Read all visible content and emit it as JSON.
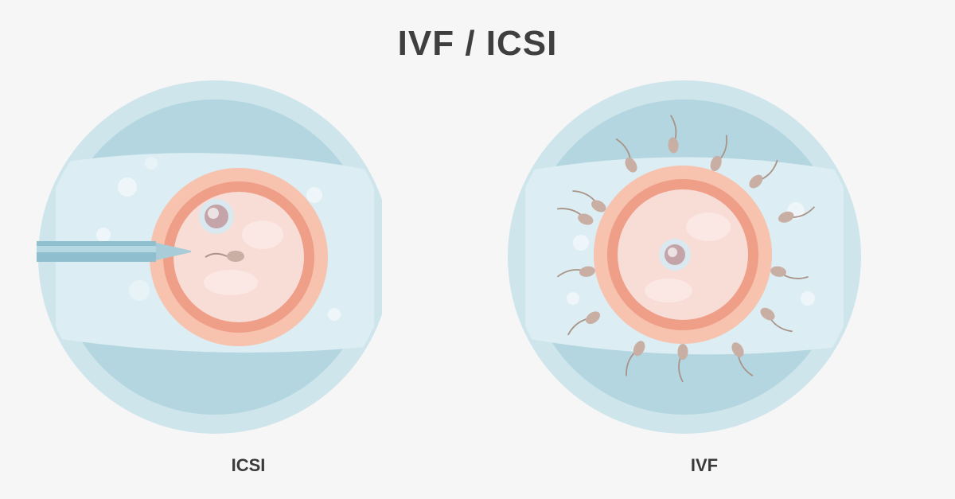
{
  "title": "IVF / ICSI",
  "panels": {
    "icsi": {
      "caption": "ICSI"
    },
    "ivf": {
      "caption": "IVF"
    }
  },
  "colors": {
    "dish_outer": "#c9e2ea",
    "dish_rim": "#a8cdd9",
    "medium": "#dcedf3",
    "zona": "#f5b9a2",
    "egg_membrane": "#ef9a86",
    "cytoplasm": "#f8dcd6",
    "nucleus": "#c7a1a4",
    "sperm": "#c8aea3",
    "pipette": "#8fbfcf"
  },
  "icons": [
    "petri-dish-icon",
    "egg-cell-icon",
    "sperm-icon",
    "micropipette-icon"
  ]
}
